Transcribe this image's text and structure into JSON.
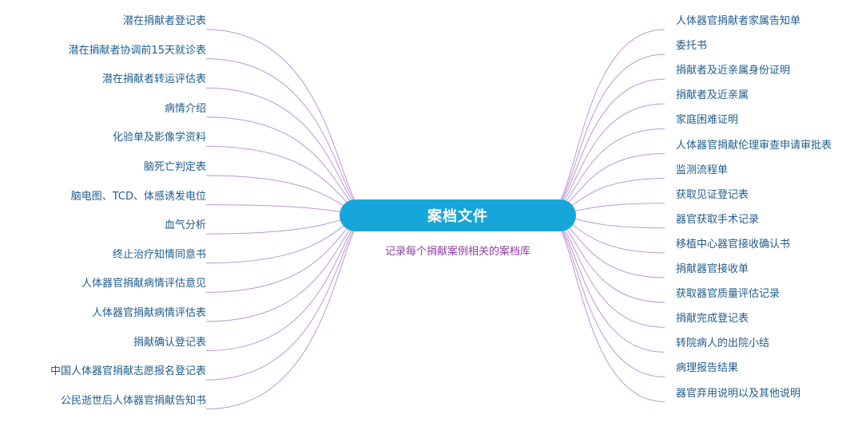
{
  "root": {
    "title": "案档文件",
    "note": "记录每个捐献案例相关的案档库"
  },
  "colors": {
    "root_fill": "#17a6d9",
    "branch_line": "#b583cc",
    "label_text": "#1f5c8e",
    "note_text": "#8a3fa0"
  },
  "left_branches": [
    "潜在捐献者登记表",
    "潜在捐献者协调前15天就诊表",
    "潜在捐献者转运评估表",
    "病情介绍",
    "化验单及影像学资料",
    "脑死亡判定表",
    "脑电图、TCD、体感诱发电位",
    "血气分析",
    "终止治疗知情同意书",
    "人体器官捐献病情评估意见",
    "人体器官捐献病情评估表",
    "捐献确认登记表",
    "中国人体器官捐献志愿报名登记表",
    "公民逝世后人体器官捐献告知书"
  ],
  "right_branches": [
    "人体器官捐献者家属告知单",
    "委托书",
    "捐献者及近亲属身份证明",
    "捐献者及近亲属",
    "家庭困难证明",
    "人体器官捐献伦理审查申请审批表",
    "监测流程单",
    "获取见证登记表",
    "器官获取手术记录",
    "移植中心器官接收确认书",
    "捐献器官接收单",
    "获取器官质量评估记录",
    "捐献完成登记表",
    "转院病人的出院小结",
    "病理报告结果",
    "器官弃用说明以及其他说明"
  ]
}
